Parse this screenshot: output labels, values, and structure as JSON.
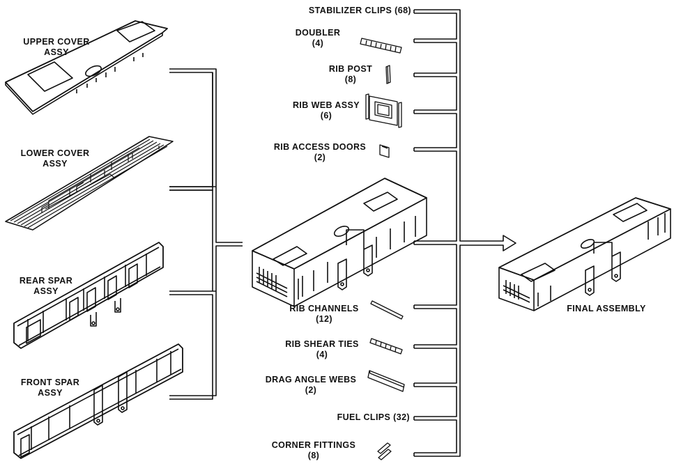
{
  "assemblies": {
    "upper_cover": [
      "UPPER COVER",
      "ASSY"
    ],
    "lower_cover": [
      "LOWER COVER",
      "ASSY"
    ],
    "rear_spar": [
      "REAR SPAR",
      "ASSY"
    ],
    "front_spar": [
      "FRONT SPAR",
      "ASSY"
    ]
  },
  "parts_top": {
    "stabilizer_clips": "STABILIZER CLIPS (68)",
    "doubler": [
      "DOUBLER",
      "(4)"
    ],
    "rib_post": [
      "RIB POST",
      "(8)"
    ],
    "rib_web_assy": [
      "RIB WEB ASSY",
      "(6)"
    ],
    "rib_access_doors": [
      "RIB ACCESS DOORS",
      "(2)"
    ]
  },
  "parts_bottom": {
    "rib_channels": [
      "RIB CHANNELS",
      "(12)"
    ],
    "rib_shear_ties": [
      "RIB SHEAR TIES",
      "(4)"
    ],
    "drag_angle_webs": [
      "DRAG ANGLE WEBS",
      "(2)"
    ],
    "fuel_clips": "FUEL CLIPS (32)",
    "corner_fittings": [
      "CORNER FITTINGS",
      "(8)"
    ]
  },
  "final_assembly": "FINAL ASSEMBLY"
}
